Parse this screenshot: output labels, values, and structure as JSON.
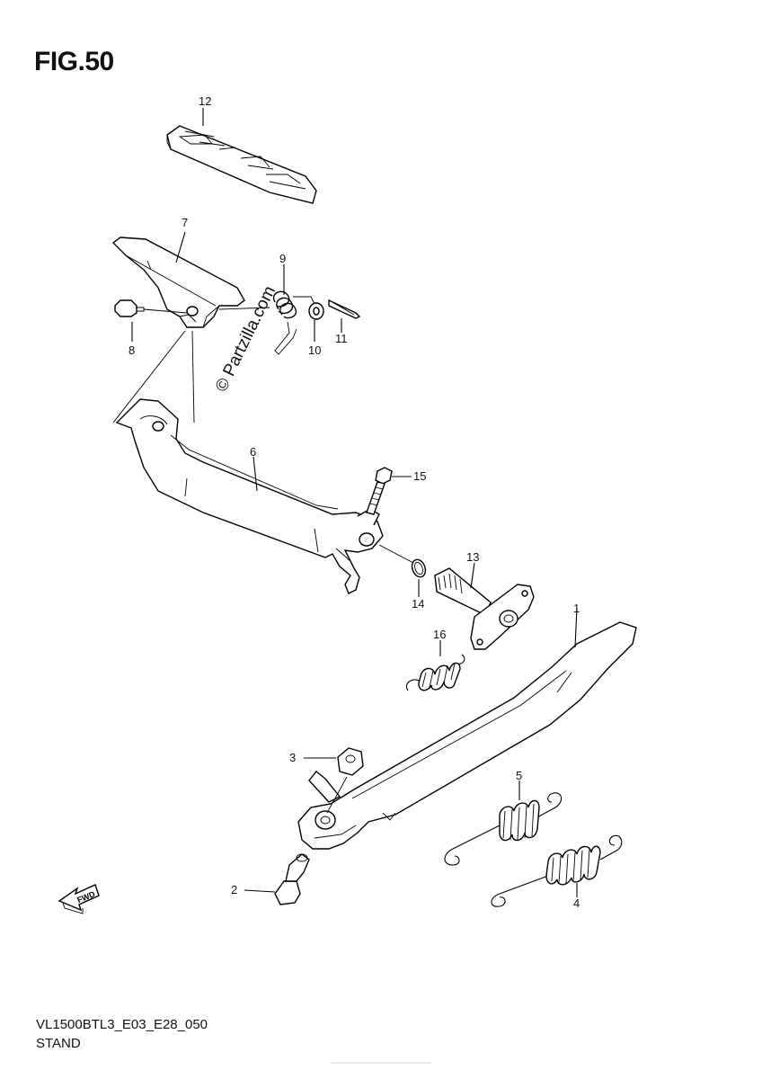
{
  "figure": {
    "title": "FIG.50",
    "code": "VL1500BTL3_E03_E28_050",
    "name": "STAND",
    "watermark": "© Partzilla.com",
    "fwd_label": "FWD"
  },
  "callouts": [
    {
      "id": "c1",
      "label": "1"
    },
    {
      "id": "c2",
      "label": "2"
    },
    {
      "id": "c3",
      "label": "3"
    },
    {
      "id": "c4",
      "label": "4"
    },
    {
      "id": "c5",
      "label": "5"
    },
    {
      "id": "c6",
      "label": "6"
    },
    {
      "id": "c7",
      "label": "7"
    },
    {
      "id": "c8",
      "label": "8"
    },
    {
      "id": "c9",
      "label": "9"
    },
    {
      "id": "c10",
      "label": "10"
    },
    {
      "id": "c11",
      "label": "11"
    },
    {
      "id": "c12",
      "label": "12"
    },
    {
      "id": "c13",
      "label": "13"
    },
    {
      "id": "c14",
      "label": "14"
    },
    {
      "id": "c15",
      "label": "15"
    },
    {
      "id": "c16",
      "label": "16"
    }
  ]
}
